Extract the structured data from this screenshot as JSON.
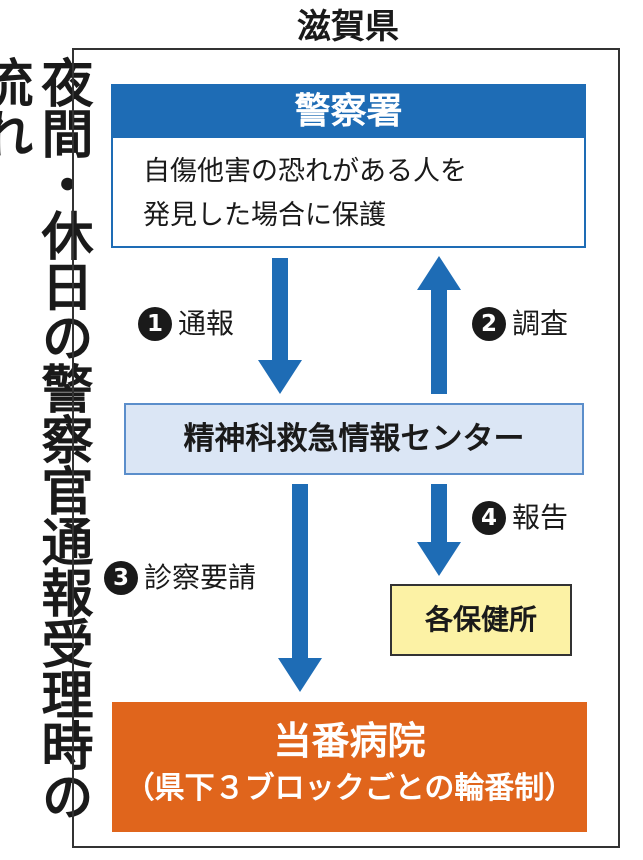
{
  "title_vertical": "夜間・休日の警察官通報受理時の流れ",
  "prefecture": "滋賀県",
  "police": {
    "name": "警察署",
    "line1": "自傷他害の恐れがある人を",
    "line2": "発見した場合に保護"
  },
  "center": {
    "name": "精神科救急情報センター"
  },
  "health": {
    "name": "各保健所"
  },
  "hospital": {
    "name": "当番病院",
    "note": "（県下３ブロックごとの輪番制）"
  },
  "steps": [
    {
      "num": "1",
      "label": "通報"
    },
    {
      "num": "2",
      "label": "調査"
    },
    {
      "num": "3",
      "label": "診察要請"
    },
    {
      "num": "4",
      "label": "報告"
    }
  ],
  "colors": {
    "blue": "#1e6cb5",
    "light_blue": "#dbe6f5",
    "yellow": "#fcf2a5",
    "orange": "#e0651c"
  }
}
